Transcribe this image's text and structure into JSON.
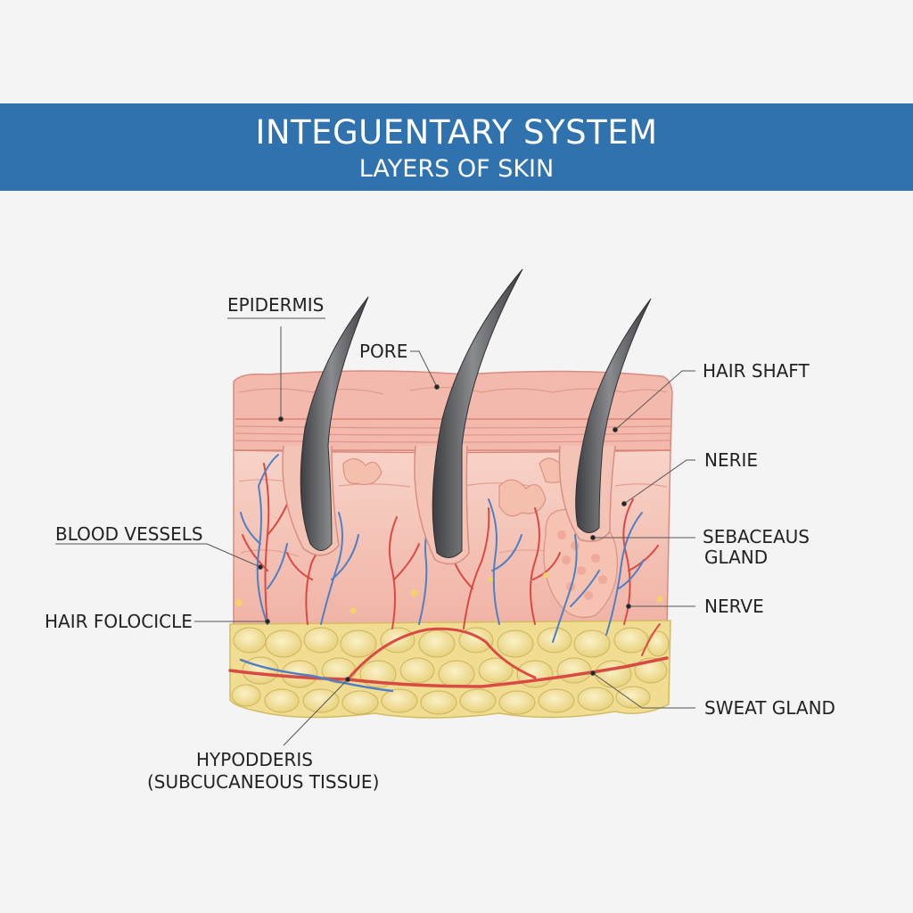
{
  "header": {
    "title": "INTEGUENTARY SYSTEM",
    "subtitle": "LAYERS OF SKIN"
  },
  "labels": {
    "epidermis": "EPIDERMIS",
    "pore": "PORE",
    "hair_shaft": "HAIR SHAFT",
    "nerie": "NERIE",
    "sebaceous_line1": "SEBACEAUS",
    "sebaceous_line2": "GLAND",
    "nerve": "NERVE",
    "sweat_gland": "SWEAT GLAND",
    "blood_vessels": "BLOOD VESSELS",
    "hair_follicle": "HAIR FOLOCICLE",
    "hypodermis_line1": "HYPODDERIS",
    "hypodermis_line2": "(SUBCUCANEOUS TISSUE)"
  },
  "colors": {
    "banner": "#2f72ad",
    "epidermis": "#f2b3a8",
    "dermis": "#f6c9bd",
    "fat": "#f3e3a0",
    "artery": "#d94a45",
    "vein": "#4f7fc4",
    "hair": "#5c5d60"
  }
}
